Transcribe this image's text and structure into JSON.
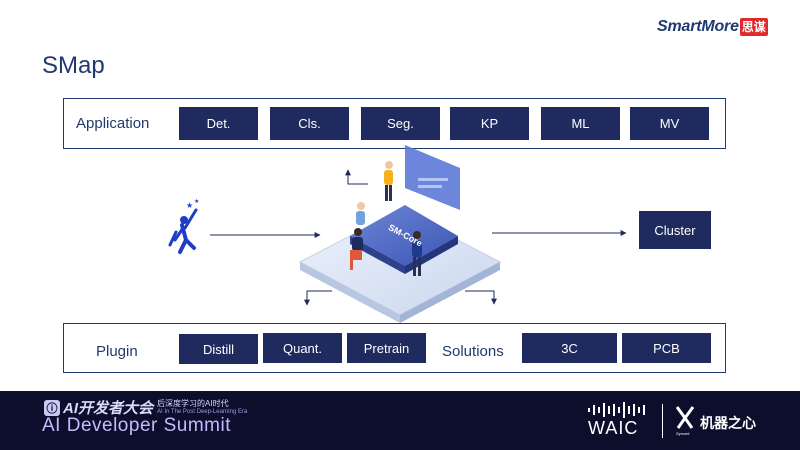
{
  "header": {
    "logo_text": "SmartMore",
    "logo_cn": "思谋",
    "title": "SMap"
  },
  "application_row": {
    "label": "Application",
    "items": [
      "Det.",
      "Cls.",
      "Seg.",
      "KP",
      "ML",
      "MV"
    ]
  },
  "center": {
    "platform_label": "SM-Core",
    "cluster_label": "Cluster"
  },
  "bottom_row": {
    "plugin_label": "Plugin",
    "plugin_items": [
      "Distill",
      "Quant.",
      "Pretrain"
    ],
    "solutions_label": "Solutions",
    "solution_items": [
      "3C",
      "PCB"
    ]
  },
  "footer": {
    "event_cn": "AI开发者大会",
    "event_sub_cn": "后深度学习的AI时代",
    "event_sub_en": "AI In The Post Deep-Learning Era",
    "event_en": "AI Developer Summit",
    "waic": "WAIC",
    "partner_cn": "机器之心",
    "partner_small": "Synced"
  },
  "colors": {
    "navy": "#1f2b5e",
    "title_blue": "#1f3a6e",
    "footer_bg": "#0d0d2c",
    "accent_red": "#e02a2a"
  }
}
